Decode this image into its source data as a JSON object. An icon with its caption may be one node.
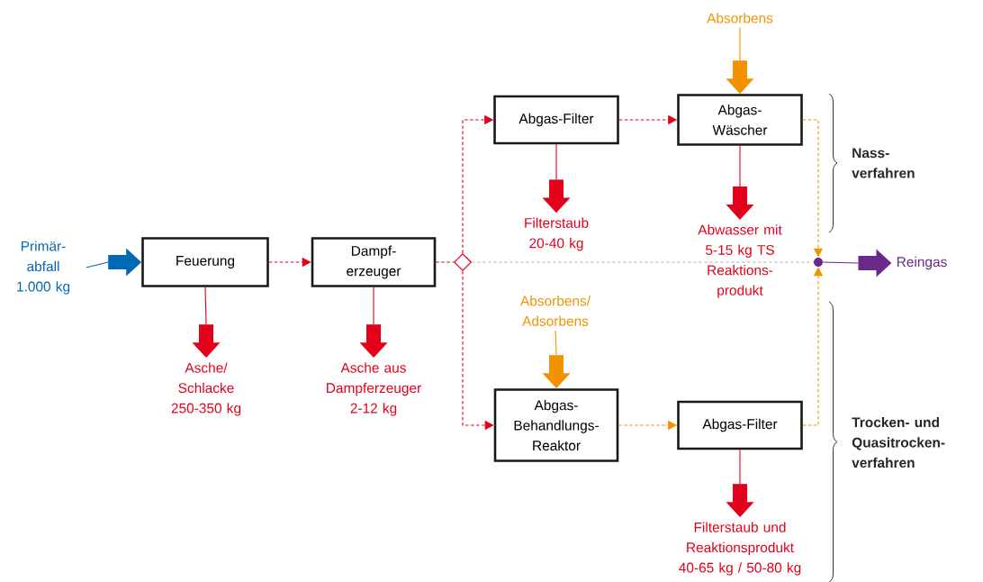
{
  "diagram": {
    "nodes": [
      {
        "text": [
          "Primär- abfall 1.000 kg"
        ]
      },
      {
        "text": [
          "Feuerung"
        ]
      },
      {
        "text": [
          "Dampf- erzeuger"
        ]
      },
      {
        "text": [
          "Asche/ Schlacke 250-350 kg"
        ]
      },
      {
        "text": [
          "Asche aus Dampferzeuger 2-12 kg"
        ]
      },
      {
        "text": [],
        "shape": "diamond"
      },
      {
        "text": [
          "Absorbens"
        ]
      },
      {
        "text": [
          "Abgas-Filter"
        ]
      },
      {
        "text": [
          "Abgas- Wäscher"
        ]
      },
      {
        "text": [
          "Filterstaub 20-40 kg"
        ]
      },
      {
        "text": [
          "Abwasser mit 5-15 kg TS Reaktions- produkt"
        ]
      },
      {
        "text": [
          "Absorbens/ Adsorbens"
        ]
      },
      {
        "text": [
          "Abgas- Behandlungs- Reaktor"
        ]
      },
      {
        "text": [
          "Abgas-Filter"
        ]
      },
      {
        "text": [
          "Filterstaub und Reaktionsprodukt 40-65 kg / 50-80 kg"
        ]
      },
      {
        "text": [],
        "shape": "circle"
      },
      {
        "text": [
          "Reingas"
        ]
      }
    ],
    "edges": [
      {
        "from": 0,
        "to": 1,
        "arrow": "to",
        "color": "#0069b4"
      },
      {
        "from": 1,
        "to": 2,
        "arrow": "to",
        "style": "dashed"
      },
      {
        "from": 1,
        "to": 3,
        "arrow": "to"
      },
      {
        "from": 2,
        "to": 4,
        "arrow": "to"
      },
      {
        "from": 2,
        "to": 5,
        "arrow": "none",
        "style": "dashed"
      },
      {
        "from": 5,
        "to": 7,
        "arrow": "to",
        "style": "dashed"
      },
      {
        "from": 5,
        "to": 12,
        "arrow": "to",
        "style": "dashed"
      },
      {
        "from": 5,
        "to": 15,
        "arrow": "none",
        "style": "dashed",
        "color": "#b4b4b4"
      },
      {
        "from": 7,
        "to": 8,
        "arrow": "to",
        "style": "dashed"
      },
      {
        "from": 6,
        "to": 8,
        "arrow": "to",
        "color": "#f39200"
      },
      {
        "from": 7,
        "to": 9,
        "arrow": "to"
      },
      {
        "from": 8,
        "to": 10,
        "arrow": "to"
      },
      {
        "from": 11,
        "to": 12,
        "arrow": "to",
        "color": "#f39200"
      },
      {
        "from": 12,
        "to": 13,
        "arrow": "to",
        "style": "dashed",
        "color": "#f39200"
      },
      {
        "from": 13,
        "to": 14,
        "arrow": "to"
      },
      {
        "from": 8,
        "to": 15,
        "arrow": "to",
        "style": "dashed",
        "color": "#f39200"
      },
      {
        "from": 13,
        "to": 15,
        "arrow": "to",
        "style": "dashed",
        "color": "#f39200"
      },
      {
        "from": 15,
        "to": 16,
        "arrow": "to",
        "color": "#6a2a8a"
      }
    ],
    "labels": [
      "Nass- verfahren",
      "Trocken- und Quasitrocken- verfahren"
    ]
  }
}
